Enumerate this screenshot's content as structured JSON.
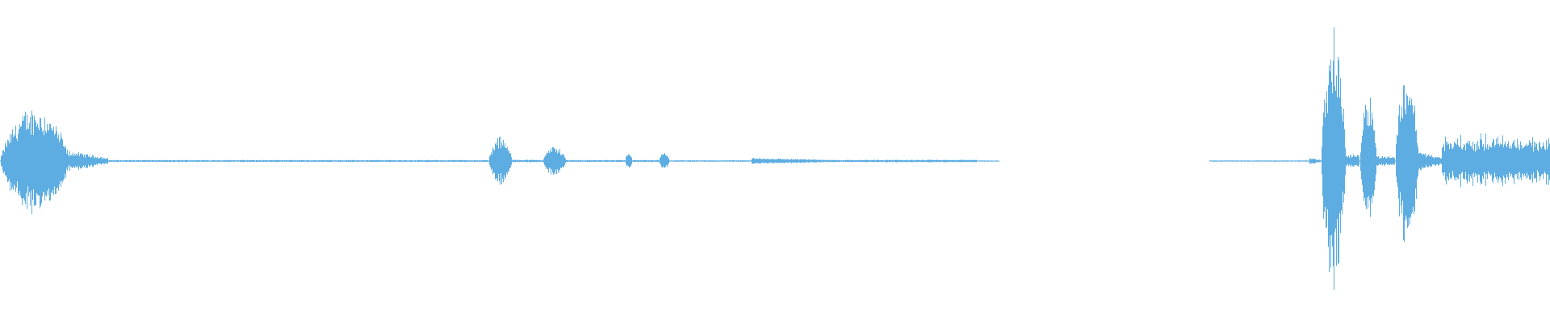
{
  "waveform": {
    "color": "#5dade2",
    "background": "#ffffff",
    "segments": [
      {
        "start": 0.0,
        "end": 0.045,
        "amp": 0.42,
        "kind": "burst"
      },
      {
        "start": 0.045,
        "end": 0.07,
        "amp": 0.08,
        "kind": "tail"
      },
      {
        "start": 0.07,
        "end": 0.315,
        "amp": 0.008,
        "kind": "flat"
      },
      {
        "start": 0.315,
        "end": 0.33,
        "amp": 0.19,
        "kind": "burst"
      },
      {
        "start": 0.33,
        "end": 0.35,
        "amp": 0.01,
        "kind": "flat"
      },
      {
        "start": 0.35,
        "end": 0.365,
        "amp": 0.12,
        "kind": "burst"
      },
      {
        "start": 0.365,
        "end": 0.403,
        "amp": 0.008,
        "kind": "flat"
      },
      {
        "start": 0.403,
        "end": 0.408,
        "amp": 0.08,
        "kind": "burst"
      },
      {
        "start": 0.408,
        "end": 0.425,
        "amp": 0.008,
        "kind": "flat"
      },
      {
        "start": 0.425,
        "end": 0.432,
        "amp": 0.07,
        "kind": "burst"
      },
      {
        "start": 0.432,
        "end": 0.485,
        "amp": 0.006,
        "kind": "flat"
      },
      {
        "start": 0.485,
        "end": 0.545,
        "amp": 0.025,
        "kind": "tail"
      },
      {
        "start": 0.545,
        "end": 0.63,
        "amp": 0.01,
        "kind": "flat"
      },
      {
        "start": 0.63,
        "end": 0.645,
        "amp": 0.004,
        "kind": "flat"
      },
      {
        "start": 0.78,
        "end": 0.845,
        "amp": 0.005,
        "kind": "flat"
      },
      {
        "start": 0.845,
        "end": 0.852,
        "amp": 0.03,
        "kind": "tail"
      },
      {
        "start": 0.852,
        "end": 0.868,
        "amp": 0.98,
        "kind": "burst"
      },
      {
        "start": 0.868,
        "end": 0.877,
        "amp": 0.05,
        "kind": "flat"
      },
      {
        "start": 0.877,
        "end": 0.888,
        "amp": 0.55,
        "kind": "burst"
      },
      {
        "start": 0.888,
        "end": 0.9,
        "amp": 0.04,
        "kind": "flat"
      },
      {
        "start": 0.9,
        "end": 0.915,
        "amp": 0.72,
        "kind": "burst"
      },
      {
        "start": 0.915,
        "end": 0.93,
        "amp": 0.08,
        "kind": "tail"
      },
      {
        "start": 0.93,
        "end": 1.0,
        "amp": 0.22,
        "kind": "noise"
      }
    ]
  }
}
